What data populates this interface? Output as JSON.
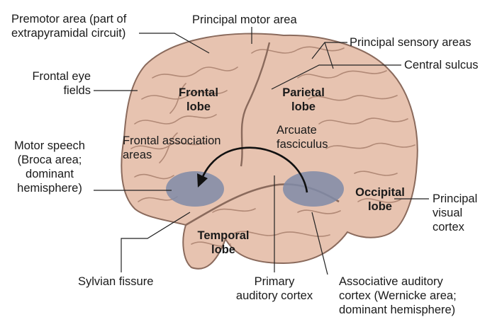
{
  "labels": {
    "premotor_area": [
      "Premotor area (part of",
      "extrapyramidal circuit)"
    ],
    "principal_motor_area": "Principal motor area",
    "principal_sensory_areas": "Principal sensory areas",
    "central_sulcus": "Central sulcus",
    "frontal_eye_fields": [
      "Frontal eye",
      "fields"
    ],
    "motor_speech": [
      "Motor speech",
      "(Broca area;",
      "dominant",
      "hemisphere)"
    ],
    "frontal_association_areas": [
      "Frontal association",
      "areas"
    ],
    "arcuate_fasciculus": [
      "Arcuate",
      "fasciculus"
    ],
    "principal_visual_cortex": [
      "Principal",
      "visual",
      "cortex"
    ],
    "sylvian_fissure": "Sylvian fissure",
    "primary_auditory_cortex": [
      "Primary",
      "auditory cortex"
    ],
    "associative_auditory_cortex": [
      "Associative auditory",
      "cortex (Wernicke area;",
      "dominant hemisphere)"
    ]
  },
  "lobes": {
    "frontal": [
      "Frontal",
      "lobe"
    ],
    "parietal": [
      "Parietal",
      "lobe"
    ],
    "occipital": [
      "Occipital",
      "lobe"
    ],
    "temporal": [
      "Temporal",
      "lobe"
    ]
  },
  "colors": {
    "brain_fill": "#e7c3b0",
    "brain_outline": "#8a6a5c",
    "speech_area": "#7f8ba8",
    "leader_line": "#222222"
  }
}
